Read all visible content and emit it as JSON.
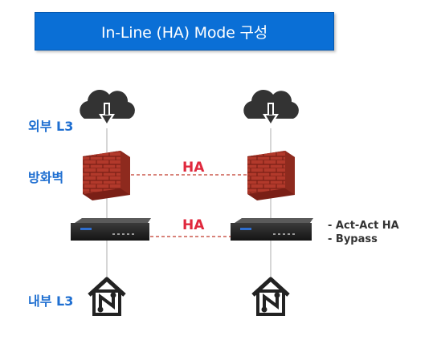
{
  "title": "In-Line (HA) Mode 구성",
  "rows": {
    "external": "외부 L3",
    "firewall": "방화벽",
    "internal": "내부 L3"
  },
  "links": {
    "firewall_ha": "HA",
    "device_ha": "HA"
  },
  "notes": [
    "- Act-Act HA",
    "- Bypass"
  ],
  "device_brand": "",
  "icons": [
    "cloud-download-icon",
    "firewall-brick-icon",
    "network-appliance-icon",
    "home-network-icon"
  ],
  "colors": {
    "title_bg": "#0a6fd6",
    "label_blue": "#1f6fd1",
    "ha_red": "#e0283d",
    "brick": "#b2392b",
    "cloud": "#333333"
  }
}
